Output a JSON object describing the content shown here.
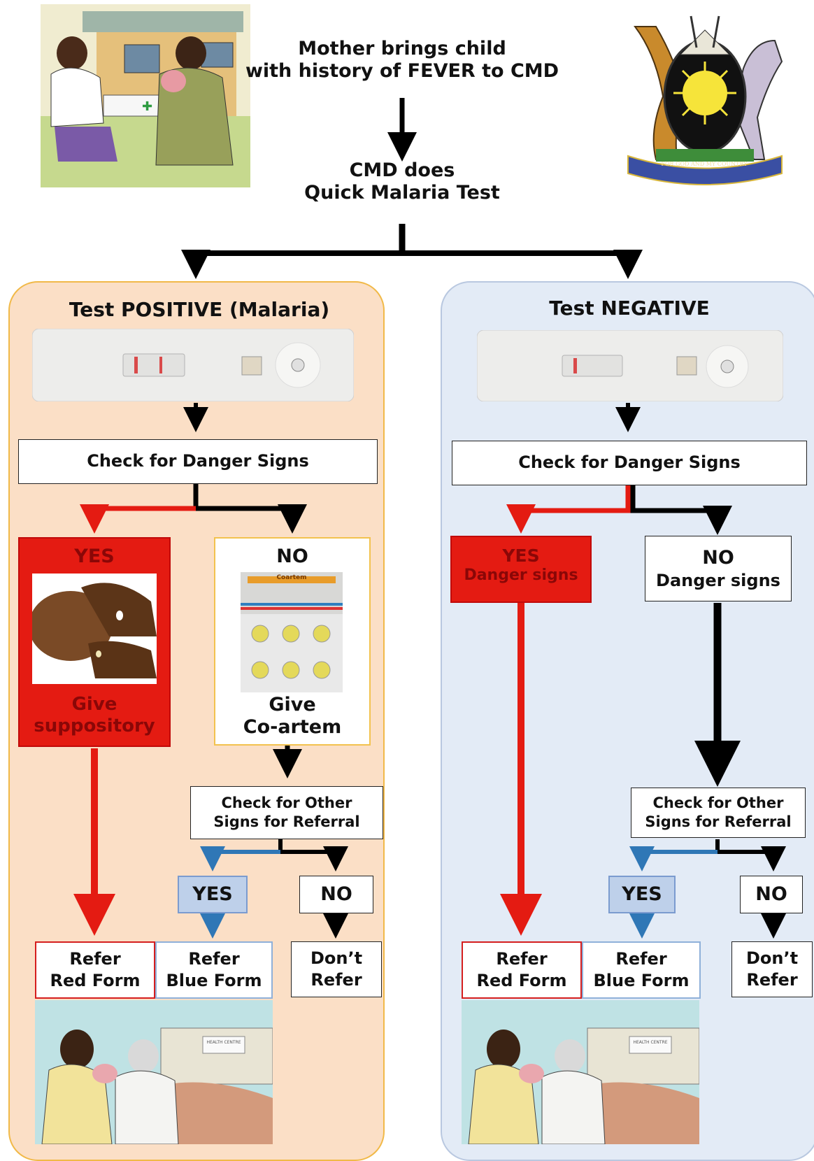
{
  "header": {
    "start_line1": "Mother brings child",
    "start_line2": "with history of FEVER to CMD",
    "test_line1": "CMD does",
    "test_line2": "Quick Malaria Test"
  },
  "positive": {
    "title": "Test POSITIVE (Malaria)",
    "check_danger": "Check for Danger Signs",
    "yes": "YES",
    "give_line1": "Give",
    "give_line2": "suppository",
    "no": "NO",
    "coartem_line1": "Give",
    "coartem_line2": "Co-artem",
    "pack_label": "Coartem",
    "check_other_line1": "Check for Other",
    "check_other_line2": "Signs for Referral",
    "yes2": "YES",
    "no2": "NO",
    "refer_red_line1": "Refer",
    "refer_red_line2": "Red Form",
    "refer_blue_line1": "Refer",
    "refer_blue_line2": "Blue Form",
    "dont_line1": "Don’t",
    "dont_line2": "Refer"
  },
  "negative": {
    "title": "Test NEGATIVE",
    "check_danger": "Check for Danger Signs",
    "yes_line1": "YES",
    "yes_line2": "Danger signs",
    "no_line1": "NO",
    "no_line2": "Danger signs",
    "check_other_line1": "Check for Other",
    "check_other_line2": "Signs for Referral",
    "yes2": "YES",
    "no2": "NO",
    "refer_red_line1": "Refer",
    "refer_red_line2": "Red Form",
    "refer_blue_line1": "Refer",
    "refer_blue_line2": "Blue Form",
    "dont_line1": "Don’t",
    "dont_line2": "Refer"
  },
  "images": {
    "emblem_motto": "FOR GOD AND MY COUNTRY",
    "clinic_sign": "HEALTH CENTRE"
  },
  "colors": {
    "positive_panel": "#fbdfc6",
    "negative_panel": "#e3ebf6",
    "danger_red": "#e41b12",
    "arrow_blue": "#2f77b6",
    "arrow_black": "#000000"
  }
}
